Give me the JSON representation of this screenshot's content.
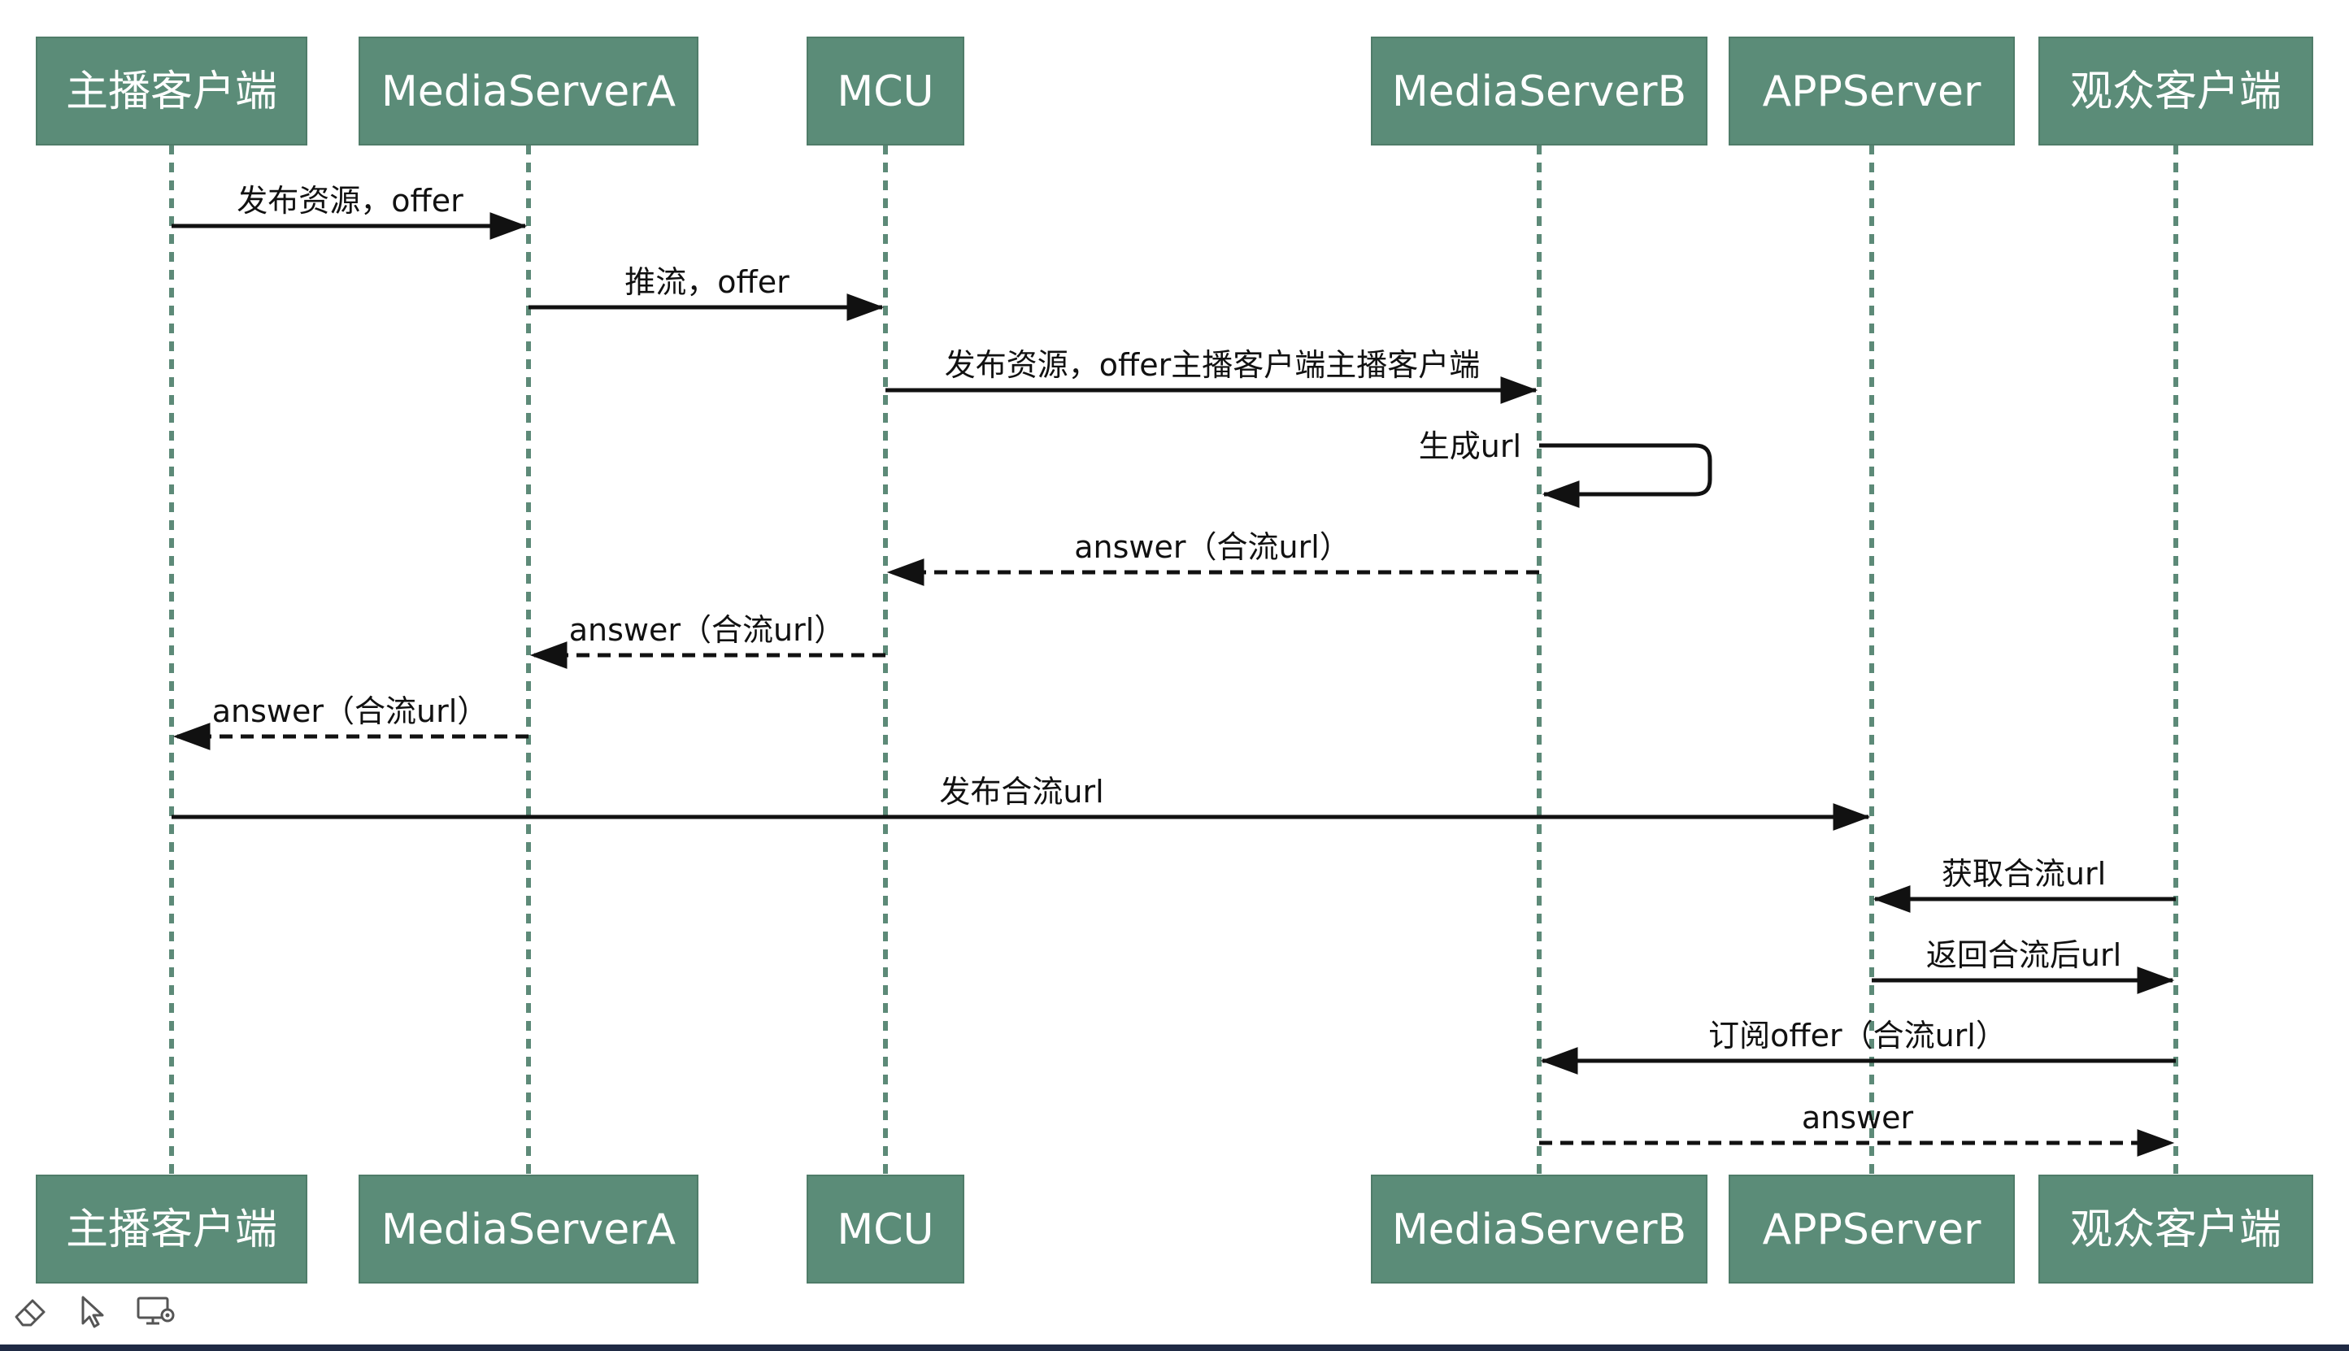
{
  "actors": [
    {
      "id": "anchor",
      "label": "主播客户端"
    },
    {
      "id": "msa",
      "label": "MediaServerA"
    },
    {
      "id": "mcu",
      "label": "MCU"
    },
    {
      "id": "msb",
      "label": "MediaServerB"
    },
    {
      "id": "app",
      "label": "APPServer"
    },
    {
      "id": "viewer",
      "label": "观众客户端"
    }
  ],
  "messages": [
    {
      "from": "anchor",
      "to": "msa",
      "label": "发布资源，offer",
      "style": "solid"
    },
    {
      "from": "msa",
      "to": "mcu",
      "label": "推流，offer",
      "style": "solid"
    },
    {
      "from": "mcu",
      "to": "msb",
      "label": "发布资源，offer主播客户端主播客户端",
      "style": "solid"
    },
    {
      "from": "msb",
      "to": "msb",
      "label": "生成url",
      "style": "solid",
      "self": true
    },
    {
      "from": "msb",
      "to": "mcu",
      "label": "answer（合流url）",
      "style": "dashed"
    },
    {
      "from": "mcu",
      "to": "msa",
      "label": "answer（合流url）",
      "style": "dashed"
    },
    {
      "from": "msa",
      "to": "anchor",
      "label": "answer（合流url）",
      "style": "dashed"
    },
    {
      "from": "anchor",
      "to": "app",
      "label": "发布合流url",
      "style": "solid"
    },
    {
      "from": "viewer",
      "to": "app",
      "label": "获取合流url",
      "style": "solid"
    },
    {
      "from": "app",
      "to": "viewer",
      "label": "返回合流后url",
      "style": "solid"
    },
    {
      "from": "viewer",
      "to": "msb",
      "label": "订阅offer（合流url）",
      "style": "solid"
    },
    {
      "from": "msb",
      "to": "viewer",
      "label": "answer",
      "style": "dashed"
    }
  ],
  "colors": {
    "actor_fill": "#5b8c78",
    "lifeline": "#5d8a78",
    "arrow": "#111111",
    "status_bar": "#1f2a44"
  },
  "toolbar": {
    "icons": [
      "eraser-icon",
      "pointer-icon",
      "screen-share-icon"
    ]
  }
}
